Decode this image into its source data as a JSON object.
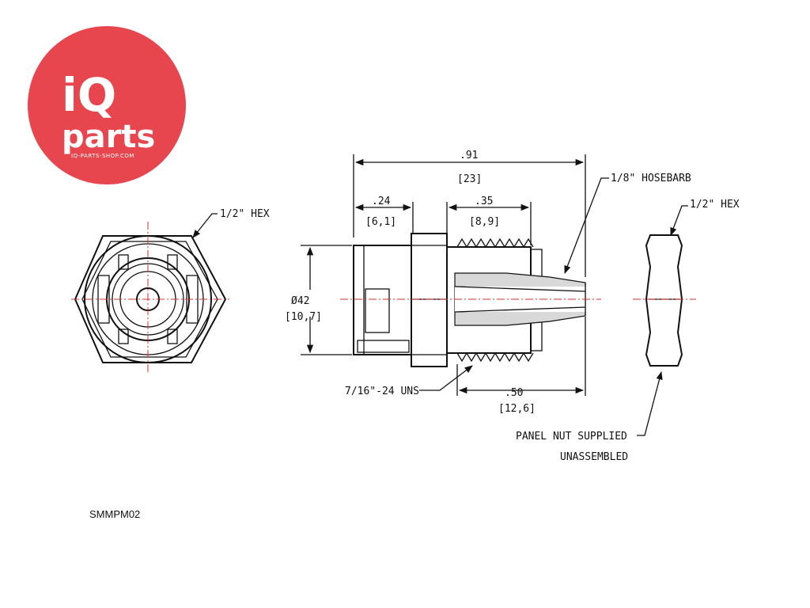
{
  "logo": {
    "line1": "iQ",
    "line2": "parts",
    "website": "IQ-PARTS-SHOP.COM",
    "color": "#e8464f"
  },
  "part_code": "SMMPM02",
  "front_view": {
    "hex_label": "1/2\" HEX"
  },
  "side_view": {
    "overall_length": ".91",
    "overall_length_mm": "[23]",
    "hosebarb_label": "1/8\" HOSEBARB",
    "body_length": ".24",
    "body_length_mm": "[6,1]",
    "thread_length": ".35",
    "thread_length_mm": "[8,9]",
    "diameter": "Ø42",
    "diameter_mm": "[10,7]",
    "thread_label": "7/16\"-24 UNS",
    "barb_length": ".50",
    "barb_length_mm": "[12,6]"
  },
  "nut_view": {
    "hex_label": "1/2\" HEX",
    "note_line1": "PANEL NUT SUPPLIED",
    "note_line2": "UNASSEMBLED"
  }
}
